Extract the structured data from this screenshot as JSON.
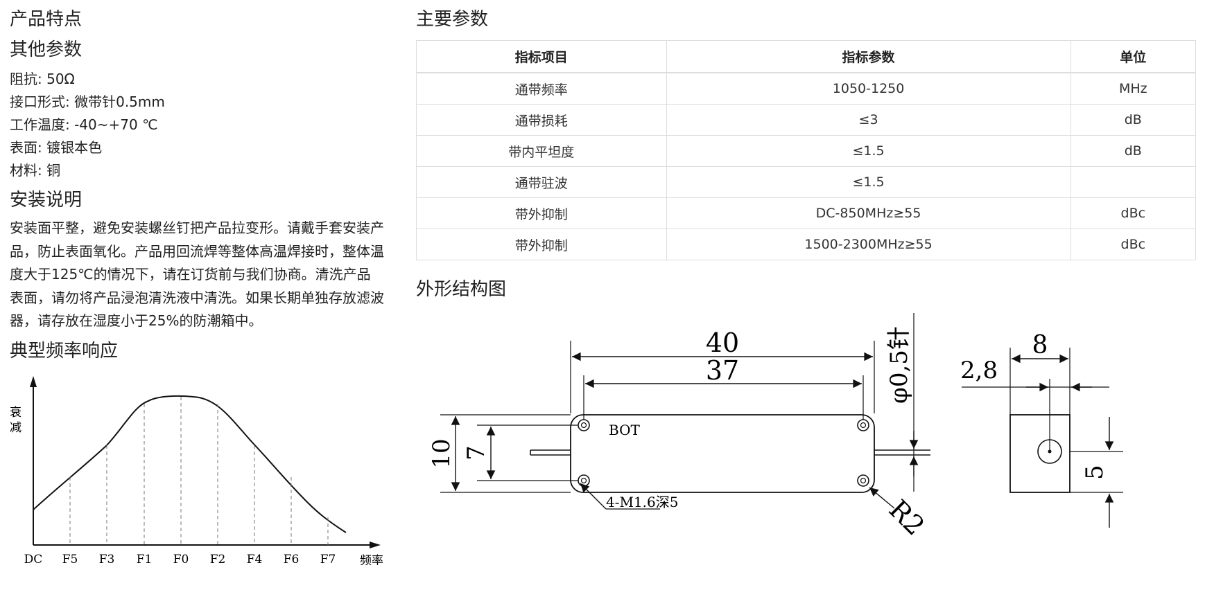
{
  "left": {
    "features_heading": "产品特点",
    "other_params_heading": "其他参数",
    "params": [
      "阻抗: 50Ω",
      "接口形式: 微带针0.5mm",
      "工作温度: -40~+70 ℃",
      "表面: 镀银本色",
      "材料: 铜"
    ],
    "install_heading": "安装说明",
    "install_text": "安装面平整，避免安装螺丝钉把产品拉变形。请戴手套安装产品，防止表面氧化。产品用回流焊等整体高温焊接时，整体温度大于125℃的情况下，请在订货前与我们协商。清洗产品表面，请勿将产品浸泡清洗液中清洗。如果长期单独存放滤波器，请存放在湿度小于25%的防潮箱中。",
    "response_heading": "典型频率响应",
    "response_chart": {
      "y_label_1": "衰",
      "y_label_2": "减",
      "x_ticks": [
        "DC",
        "F5",
        "F3",
        "F1",
        "F0",
        "F2",
        "F4",
        "F6",
        "F7"
      ],
      "x_label": "频率"
    }
  },
  "right": {
    "main_params_heading": "主要参数",
    "table": {
      "headers": [
        "指标项目",
        "指标参数",
        "单位"
      ],
      "rows": [
        [
          "通带频率",
          "1050-1250",
          "MHz"
        ],
        [
          "通带损耗",
          "≤3",
          "dB"
        ],
        [
          "带内平坦度",
          "≤1.5",
          "dB"
        ],
        [
          "通带驻波",
          "≤1.5",
          ""
        ],
        [
          "带外抑制",
          "DC-850MHz≥55",
          "dBc"
        ],
        [
          "带外抑制",
          "1500-2300MHz≥55",
          "dBc"
        ]
      ]
    },
    "outline_heading": "外形结构图",
    "drawing": {
      "dim_40": "40",
      "dim_37": "37",
      "dim_10": "10",
      "dim_7": "7",
      "pin": "φ0,5针",
      "bot": "BOT",
      "holes": "4-M1.6深5",
      "radius": "R2",
      "dim_8": "8",
      "dim_2_8": "2,8",
      "dim_5": "5"
    }
  }
}
